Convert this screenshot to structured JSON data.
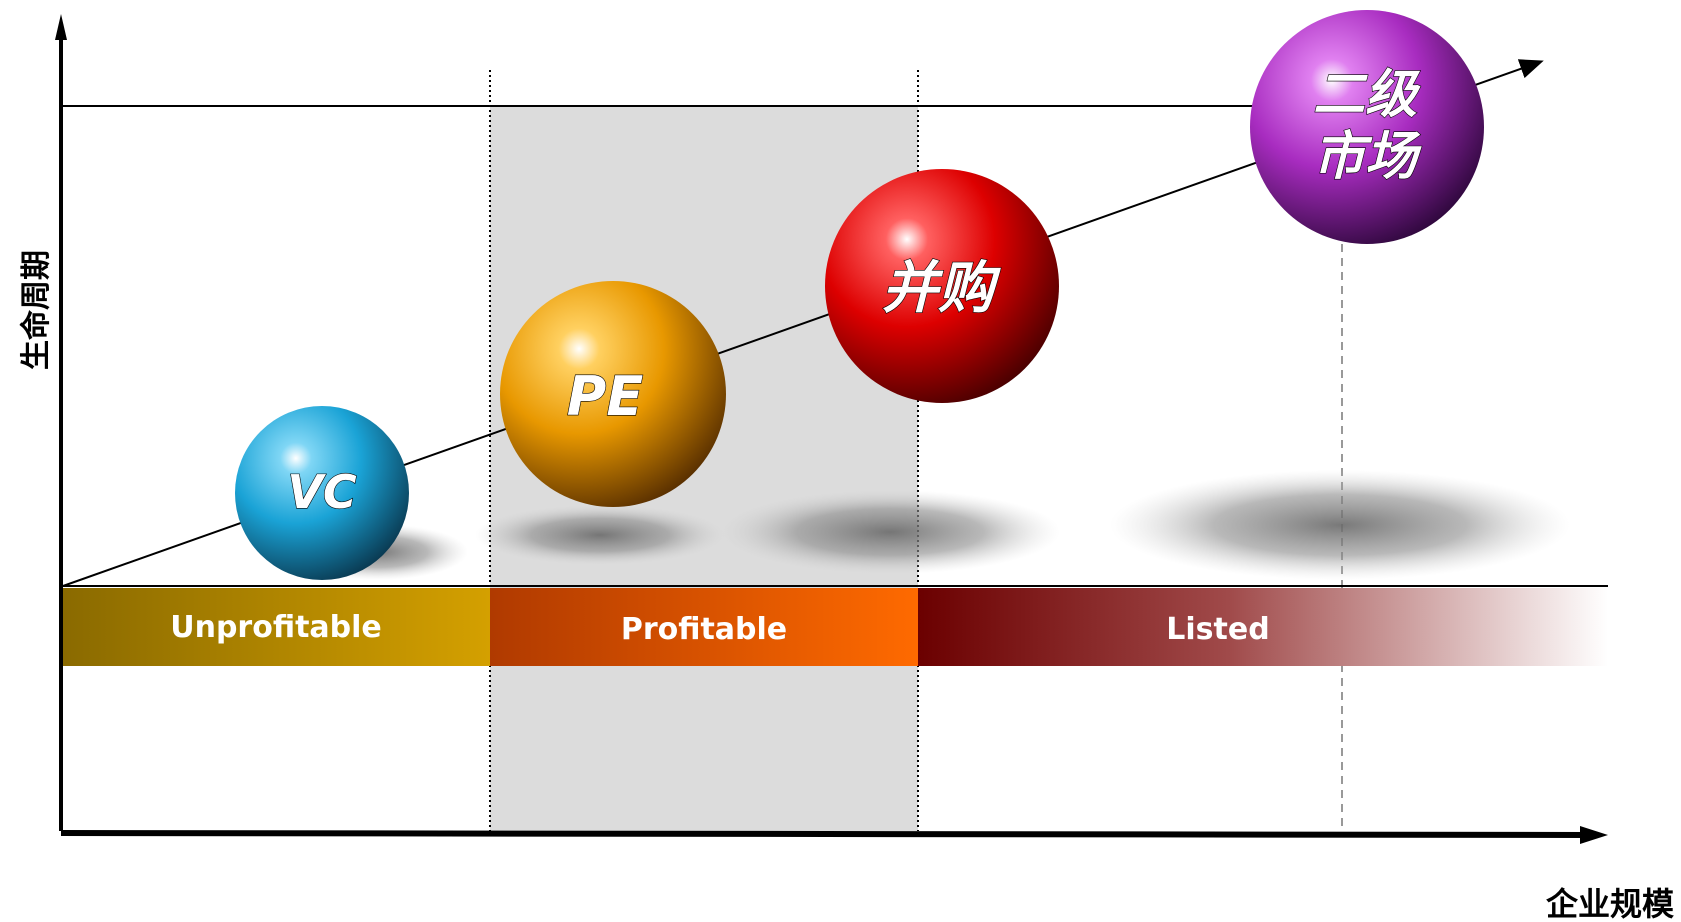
{
  "axes": {
    "y_label": "生命周期",
    "x_label": "企业规模"
  },
  "stages": [
    {
      "label": "Unprofitable",
      "color_from": "#8a6a00",
      "color_to": "#d4a000"
    },
    {
      "label": "Profitable",
      "color_from": "#b03a00",
      "color_to": "#ff6a00"
    },
    {
      "label": "Listed",
      "color_from": "#6b0000",
      "color_to": "#ffffff"
    }
  ],
  "balls": [
    {
      "label": "VC",
      "color": "#1aa3d6",
      "dark": "#0a4a66"
    },
    {
      "label": "PE",
      "color": "#f0a000",
      "dark": "#6a3a00"
    },
    {
      "label": "并购",
      "color": "#e00000",
      "dark": "#5a0000"
    },
    {
      "label_lines": [
        "二级",
        "市场"
      ],
      "color": "#b030c8",
      "dark": "#3a0a4a"
    }
  ],
  "colors": {
    "shaded_region": "#dcdcdc",
    "axis": "#000000"
  }
}
